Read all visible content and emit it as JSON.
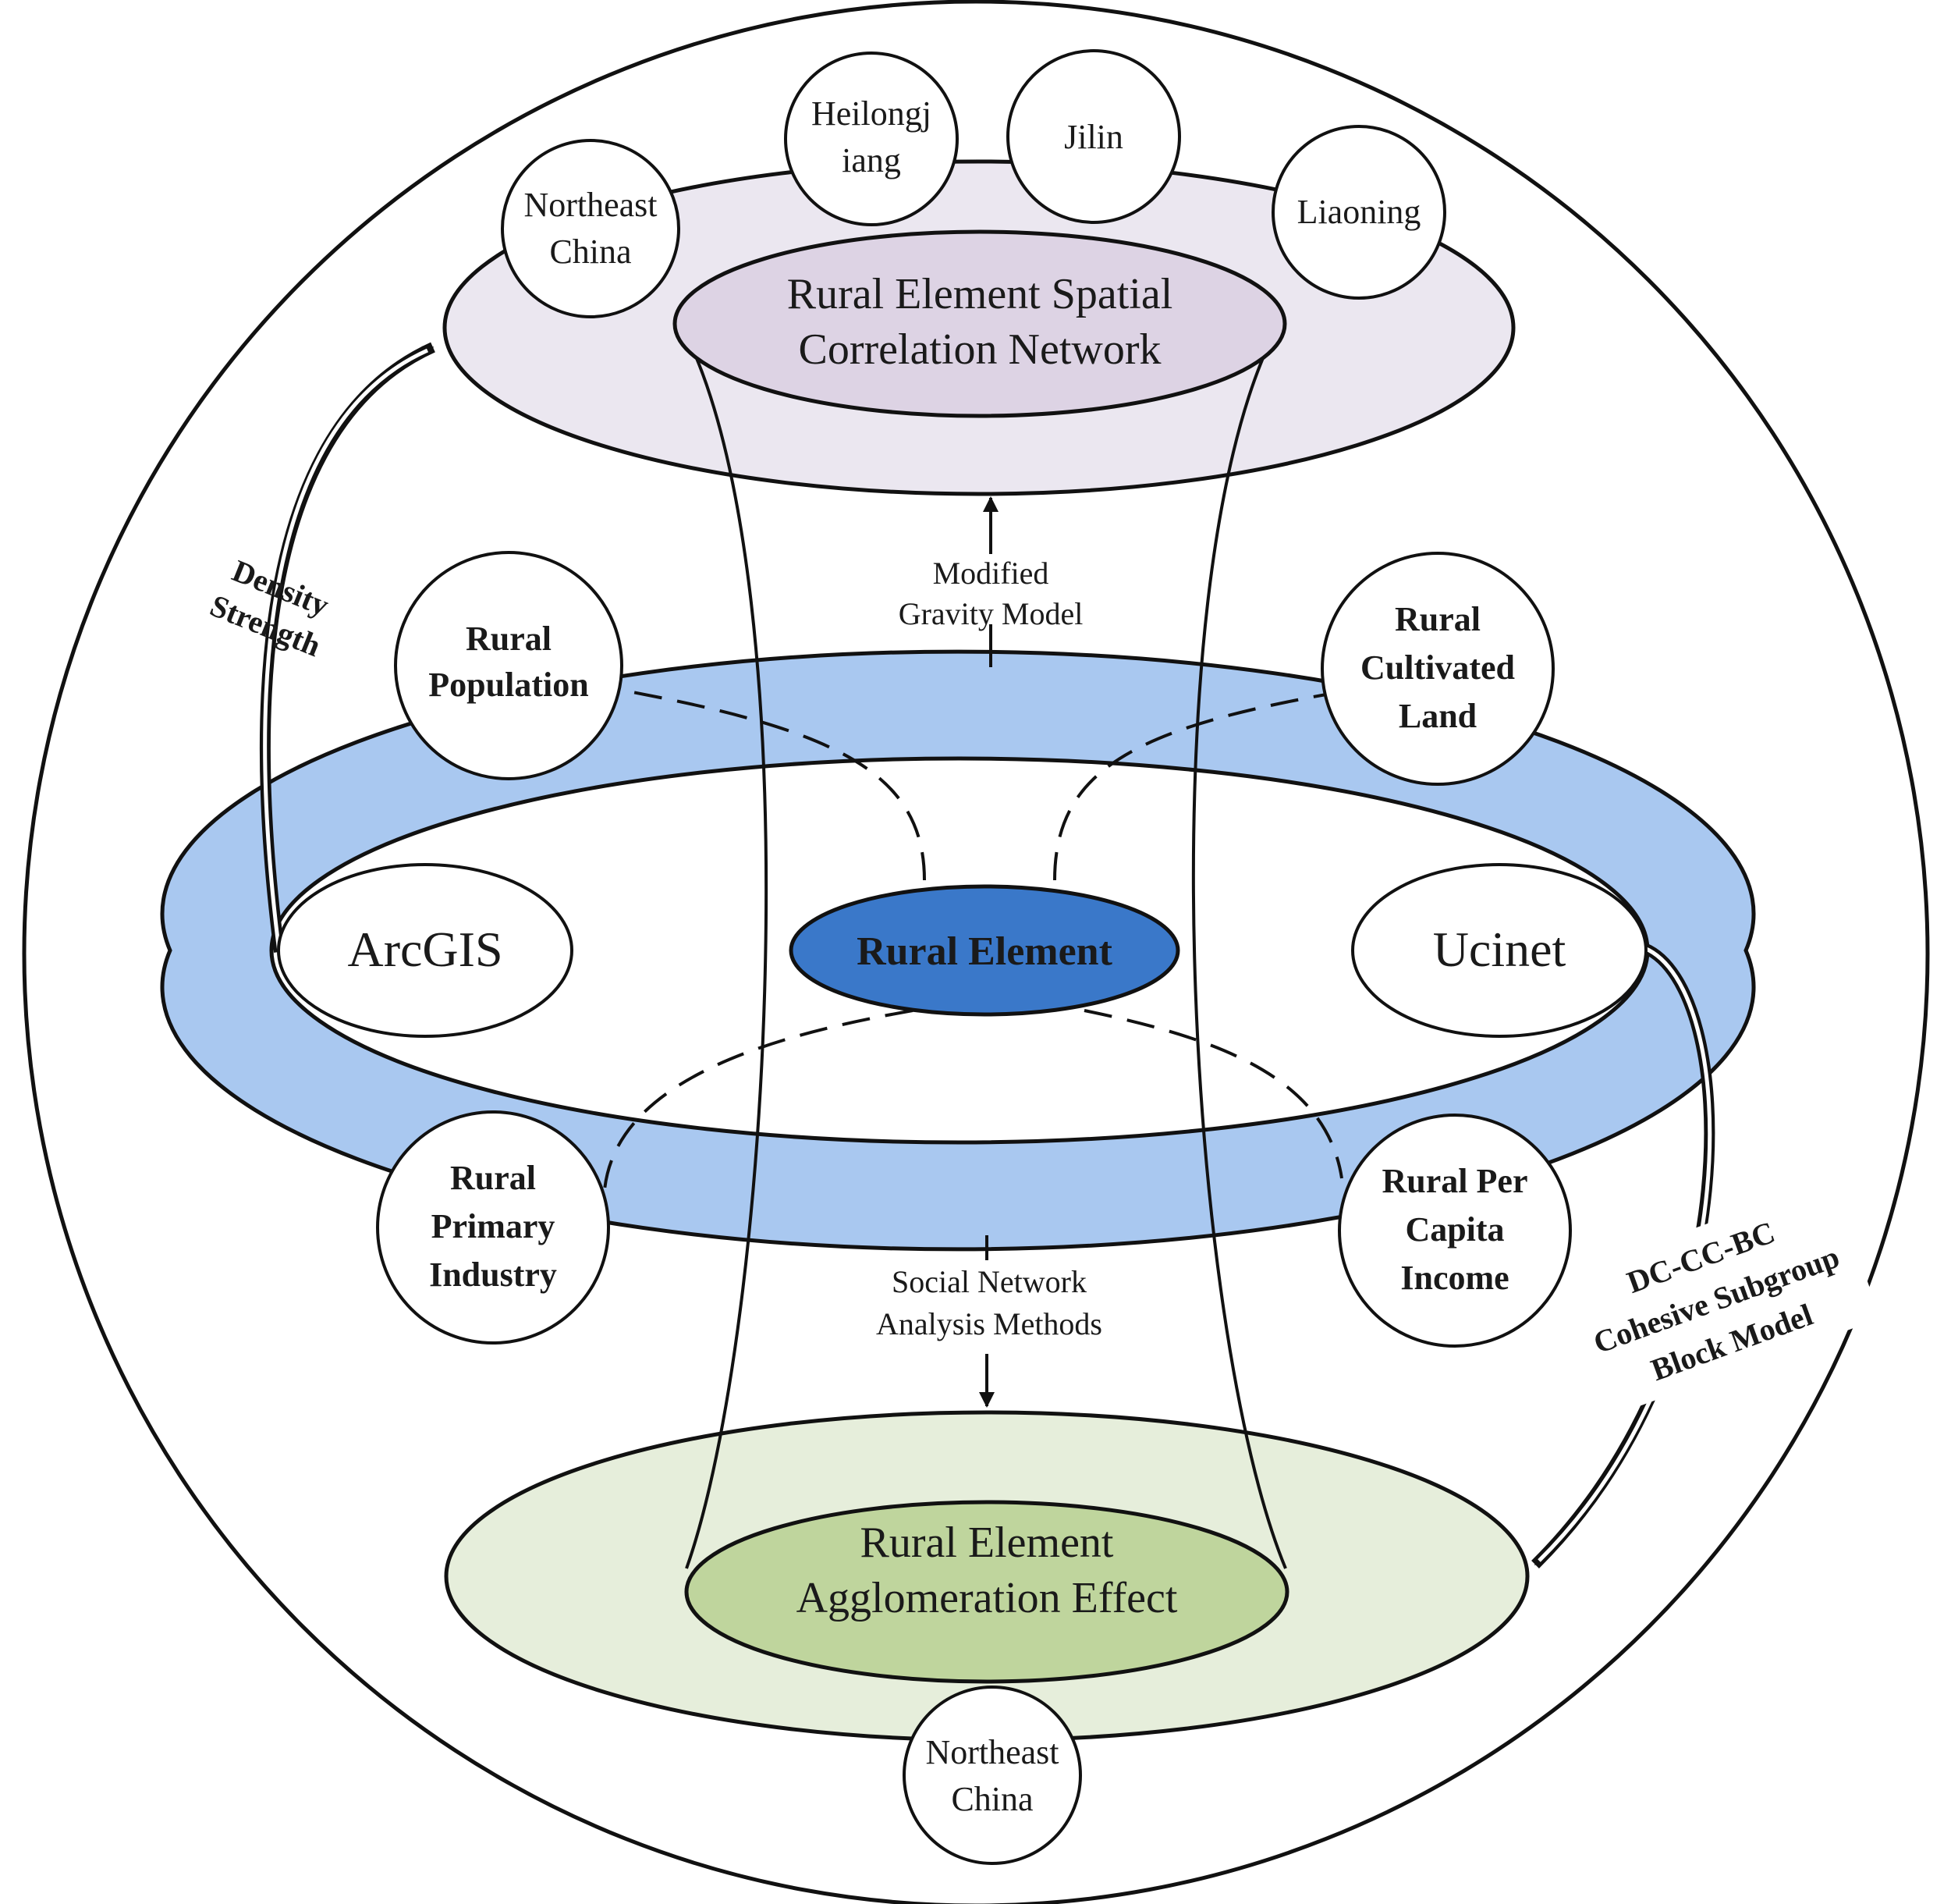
{
  "colors": {
    "top_disc": "#ebe7f0",
    "top_core": "#ddd3e4",
    "ring": "#a9c8f0",
    "center": "#3a78c9",
    "bottom_disc": "#e6eedb",
    "bottom_core": "#bfd59d",
    "stroke": "#111111"
  },
  "top": {
    "core_line1": "Rural Element Spatial",
    "core_line2": "Correlation Network",
    "regions": [
      {
        "line1": "Northeast",
        "line2": "China"
      },
      {
        "line1": "Heilongj",
        "line2": "iang"
      },
      {
        "line1": "Jilin",
        "line2": ""
      },
      {
        "line1": "Liaoning",
        "line2": ""
      }
    ]
  },
  "middle": {
    "center_label": "Rural Element",
    "left_tool": "ArcGIS",
    "right_tool": "Ucinet",
    "factors": [
      {
        "lines": [
          "Rural",
          "Population"
        ]
      },
      {
        "lines": [
          "Rural",
          "Cultivated",
          "Land"
        ]
      },
      {
        "lines": [
          "Rural",
          "Primary",
          "Industry"
        ]
      },
      {
        "lines": [
          "Rural Per",
          "Capita",
          "Income"
        ]
      }
    ]
  },
  "bottom": {
    "core_line1": "Rural Element",
    "core_line2": "Agglomeration Effect",
    "region": {
      "line1": "Northeast",
      "line2": "China"
    }
  },
  "arrows": {
    "up_line1": "Modified",
    "up_line2": "Gravity Model",
    "down_line1": "Social Network",
    "down_line2": "Analysis Methods",
    "left_line1": "Density",
    "left_line2": "Strength",
    "right_line1": "DC-CC-BC",
    "right_line2": "Cohesive Subgroup",
    "right_line3": "Block Model"
  }
}
